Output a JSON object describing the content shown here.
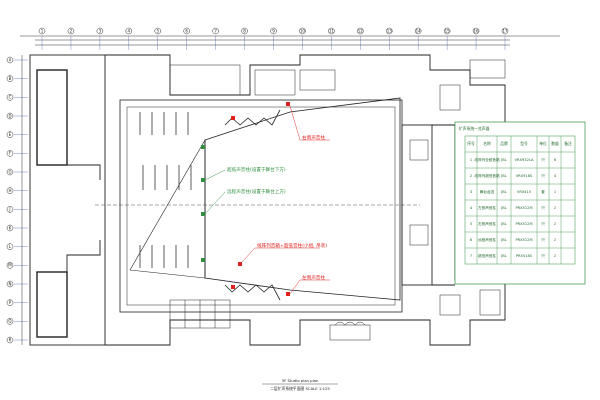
{
  "grid": {
    "columns": [
      "1",
      "2",
      "3",
      "4",
      "5",
      "6",
      "7",
      "8",
      "9",
      "10",
      "11",
      "12",
      "13",
      "14",
      "15",
      "16",
      "17"
    ],
    "rows": [
      "A",
      "B",
      "C",
      "D",
      "E",
      "F",
      "G",
      "H",
      "J",
      "K",
      "L",
      "M",
      "N",
      "P",
      "Q",
      "R"
    ]
  },
  "labels": {
    "stage_left_speaker": "右侧声音柱",
    "stage_right_speaker": "左侧声音柱",
    "rear_fill_top": "超低声音柱(设置于舞台下方)",
    "front_fill": "远程声音柱(设置于舞台上方)",
    "line_array_sub": "线阵列音箱+超低音柱(小组, 吊装)",
    "plan_caption_1": "3F Studio plan plan",
    "plan_caption_2": "二层扩声系统平面图  SCALE 1:125"
  },
  "table": {
    "title": "扩声系统一览声器",
    "headers": [
      "序号",
      "名称",
      "品牌",
      "型号",
      "单位",
      "数量",
      "备注"
    ],
    "rows": [
      [
        "1",
        "线阵列全频音箱",
        "JBL",
        "VRX932LA",
        "只",
        "6",
        ""
      ],
      [
        "2",
        "线阵列超低音箱",
        "JBL",
        "VRX918S",
        "只",
        "4",
        ""
      ],
      [
        "3",
        "舞台返送",
        "JBL",
        "VRX415",
        "套",
        "1",
        ""
      ],
      [
        "4",
        "左侧声音柱",
        "JBL",
        "PRX512M",
        "只",
        "2",
        ""
      ],
      [
        "5",
        "右侧声音柱",
        "JBL",
        "PRX512M",
        "只",
        "2",
        ""
      ],
      [
        "6",
        "远程声音柱",
        "JBL",
        "PRX512M",
        "只",
        "2",
        ""
      ],
      [
        "7",
        "超低声音柱",
        "JBL",
        "PRX518S",
        "只",
        "2",
        ""
      ]
    ]
  },
  "colors": {
    "line": "#222222",
    "grid_blue": "#5b6bb0",
    "speaker_red": "#e0201c",
    "speaker_green": "#2f8f3f"
  }
}
